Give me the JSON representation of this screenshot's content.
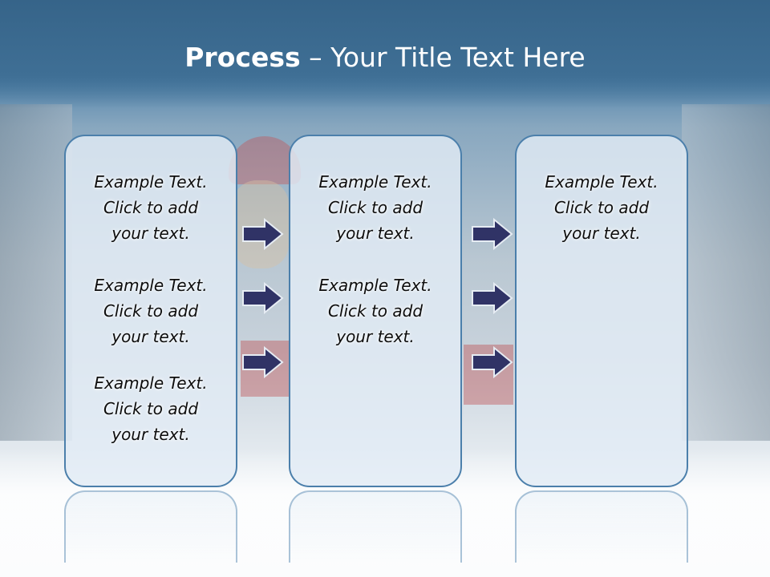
{
  "slide": {
    "title_bold": "Process",
    "title_rest": " – Your Title Text Here"
  },
  "columns": [
    {
      "items": [
        {
          "l1": "Example Text.",
          "l2": "Click  to add",
          "l3": "your text."
        },
        {
          "l1": "Example Text.",
          "l2": "Click  to add",
          "l3": "your text."
        },
        {
          "l1": "Example Text.",
          "l2": "Click  to add",
          "l3": "your text."
        }
      ]
    },
    {
      "items": [
        {
          "l1": "Example Text.",
          "l2": "Click  to add",
          "l3": "your text."
        },
        {
          "l1": "Example Text.",
          "l2": "Click  to add",
          "l3": "your text."
        }
      ]
    },
    {
      "items": [
        {
          "l1": "Example Text.",
          "l2": "Click  to add",
          "l3": "your text."
        }
      ]
    }
  ],
  "colors": {
    "title_band": "#3f6f95",
    "box_border": "#4b7fab",
    "box_fill": "#e2ecf5",
    "arrow_fill": "#303366"
  },
  "icons": [
    "right-arrow-icon"
  ]
}
